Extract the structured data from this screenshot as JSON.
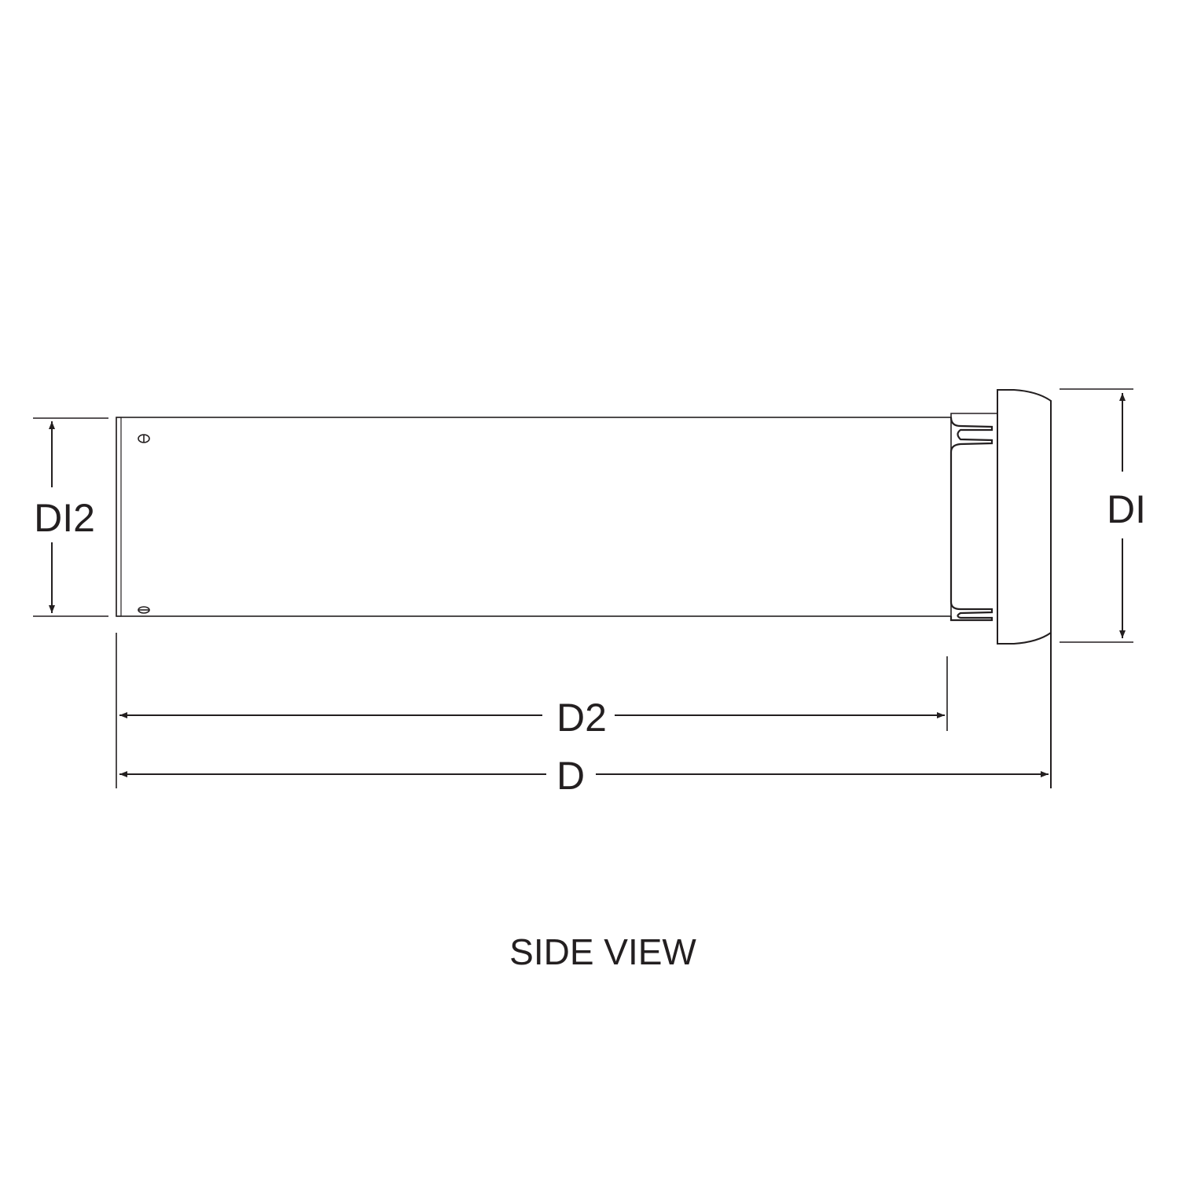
{
  "title": "SIDE VIEW",
  "dimensions": {
    "overall_diameter": "DI",
    "pipe_diameter": "DI2",
    "pipe_length": "D2",
    "overall_length": "D"
  },
  "colors": {
    "line": "#231f20",
    "background": "#ffffff"
  }
}
